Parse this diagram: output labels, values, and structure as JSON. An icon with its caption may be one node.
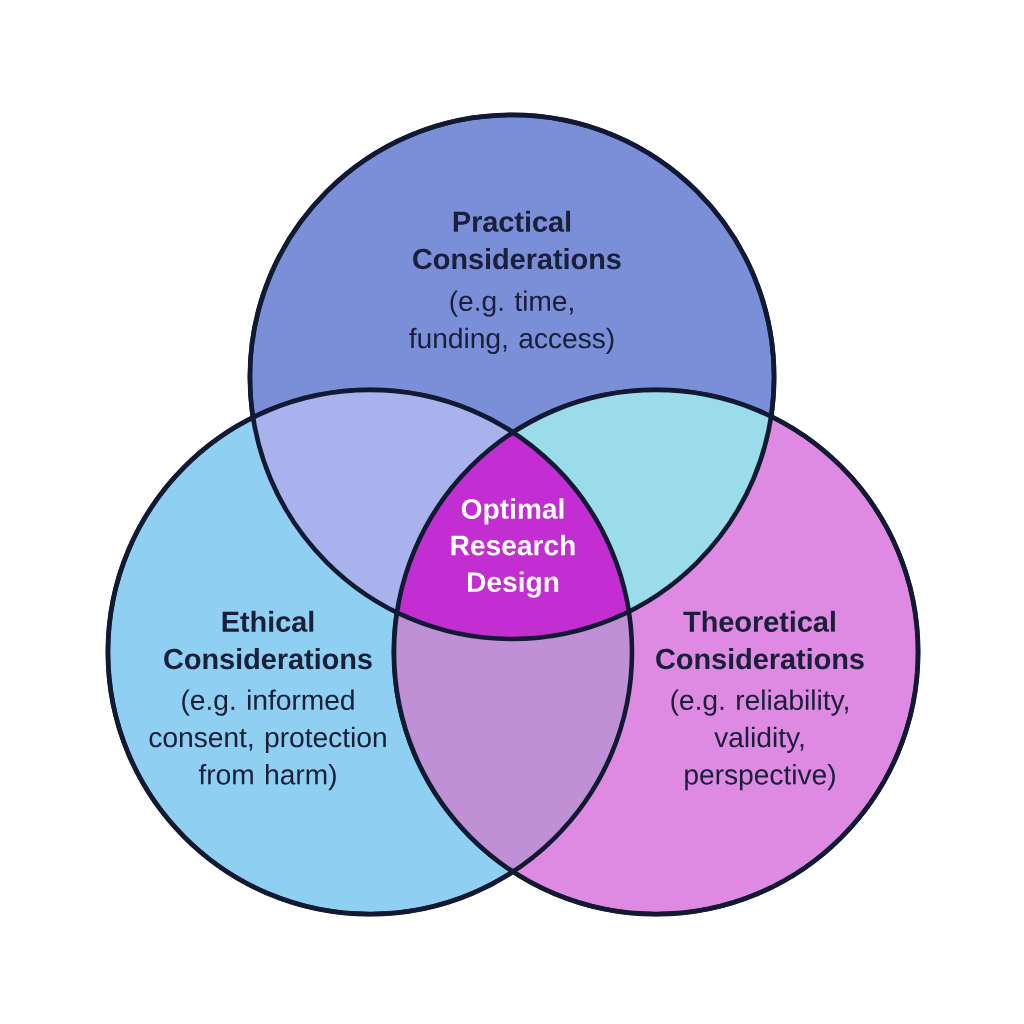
{
  "diagram": {
    "nodes": [
      {
        "text": [
          "Practical Considerations",
          "(e.g. time, funding, access)"
        ]
      },
      {
        "text": [
          "Ethical Considerations",
          "(e.g. informed consent, protection from harm)"
        ]
      },
      {
        "text": [
          "Theoretical Considerations",
          "(e.g. reliability, validity, perspective)"
        ]
      },
      {
        "text": [
          "Optimal Research Design"
        ]
      }
    ]
  }
}
